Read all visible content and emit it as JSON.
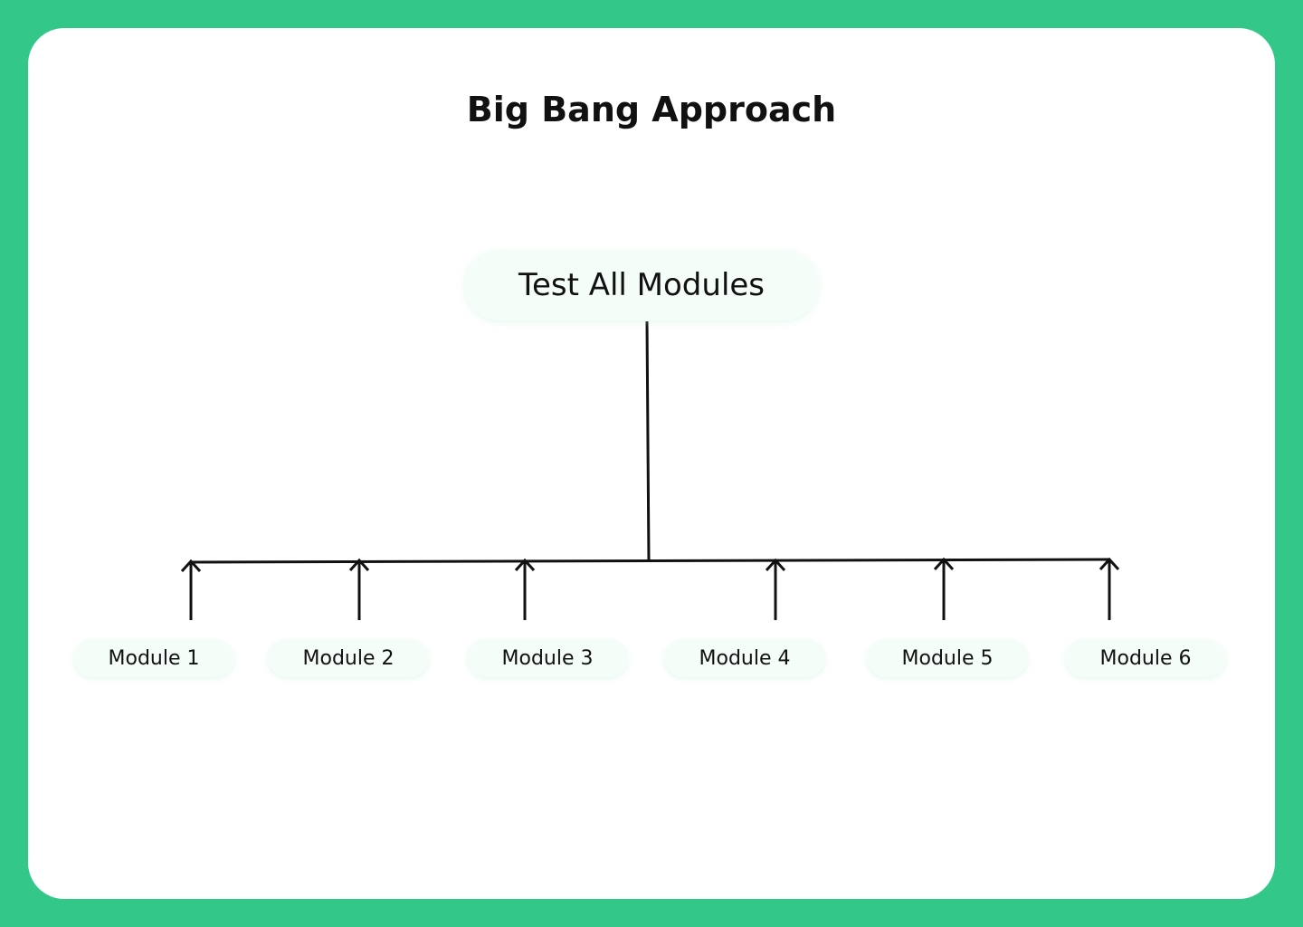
{
  "title": "Big Bang Approach",
  "root": {
    "label": "Test All Modules"
  },
  "modules": [
    {
      "label": "Module 1"
    },
    {
      "label": "Module 2"
    },
    {
      "label": "Module 3"
    },
    {
      "label": "Module 4"
    },
    {
      "label": "Module 5"
    },
    {
      "label": "Module 6"
    }
  ],
  "colors": {
    "frame": "#33c88a",
    "card": "#ffffff",
    "node_fill": "#f4fdf8",
    "line": "#111111",
    "text": "#111111"
  }
}
